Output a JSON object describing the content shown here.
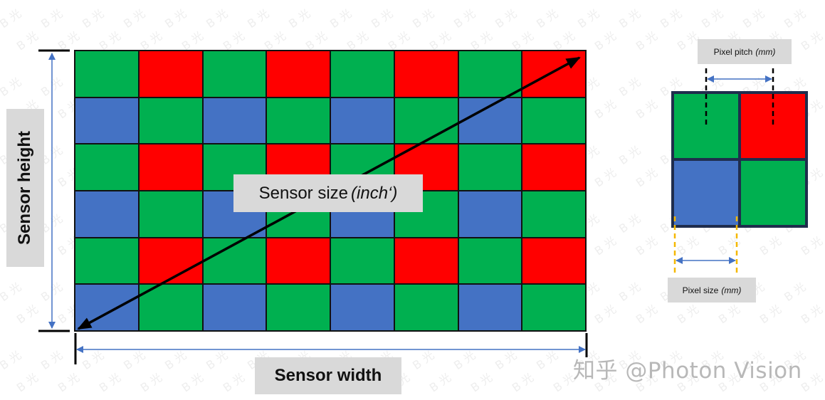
{
  "sensor_grid": {
    "rows": 6,
    "cols": 8,
    "pattern": [
      [
        "green",
        "red",
        "green",
        "red",
        "green",
        "red",
        "green",
        "red"
      ],
      [
        "blue",
        "green",
        "blue",
        "green",
        "blue",
        "green",
        "blue",
        "green"
      ],
      [
        "green",
        "red",
        "green",
        "red",
        "green",
        "red",
        "green",
        "red"
      ],
      [
        "blue",
        "green",
        "blue",
        "green",
        "blue",
        "green",
        "blue",
        "green"
      ],
      [
        "green",
        "red",
        "green",
        "red",
        "green",
        "red",
        "green",
        "red"
      ],
      [
        "blue",
        "green",
        "blue",
        "green",
        "blue",
        "green",
        "blue",
        "green"
      ]
    ]
  },
  "pixel_grid": {
    "pattern": [
      [
        "green",
        "red"
      ],
      [
        "blue",
        "green"
      ]
    ]
  },
  "colors": {
    "green": "#00b050",
    "red": "#ff0000",
    "blue": "#4472c4",
    "grid_line": "#111111",
    "pixel_border": "#1f2d4d",
    "dimension_arrow": "#4472c4",
    "diagonal_arrow": "#000000",
    "pitch_marker": "#000000",
    "size_marker": "#f5b800",
    "label_bg": "#d9d9d9"
  },
  "labels": {
    "sensor_size": "Sensor size",
    "sensor_size_unit": "(inch‘)",
    "sensor_width": "Sensor width",
    "sensor_height": "Sensor height",
    "pixel_pitch": "Pixel pitch",
    "pixel_pitch_unit": "(mm)",
    "pixel_size": "Pixel size",
    "pixel_size_unit": "(mm)"
  },
  "watermark": {
    "text": "知乎 @Photon Vision"
  }
}
